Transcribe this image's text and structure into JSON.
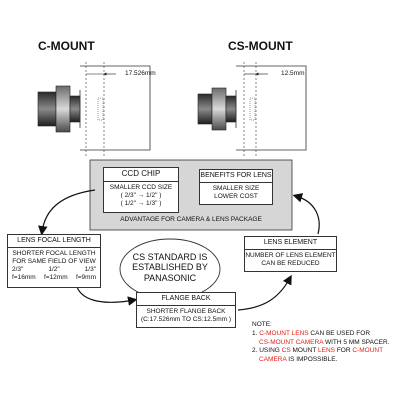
{
  "titles": {
    "c_mount": "C-MOUNT",
    "cs_mount": "CS-MOUNT"
  },
  "dimensions": {
    "c_mount": "17.526mm",
    "cs_mount": "12.5mm"
  },
  "ccd_chip": {
    "header": "CCD CHIP",
    "line1": "SMALLER CCD SIZE",
    "line2": "( 2/3\" → 1/2\" )",
    "line3": "( 1/2\" → 1/3\" )"
  },
  "benefits": {
    "header": "BENEFITS FOR LENS",
    "line1": "SMALLER SIZE",
    "line2": "LOWER COST"
  },
  "advantage": "ADVANTAGE FOR CAMERA & LENS PACKAGE",
  "lens_focal": {
    "header": "LENS FOCAL LENGTH",
    "line1": "SHORTER FOCAL LENGTH",
    "line2": "FOR SAME FIELD OF VIEW",
    "sizes": [
      "2/3\"",
      "1/2\"",
      "1/3\""
    ],
    "focals": [
      "f=16mm",
      "f=12mm",
      "f=9mm"
    ]
  },
  "cs_standard": {
    "line1": "CS STANDARD IS",
    "line2": "ESTABLISHED BY",
    "line3": "PANASONIC"
  },
  "lens_element": {
    "header": "LENS ELEMENT",
    "line1": "NUMBER OF LENS ELEMENT",
    "line2": "CAN BE REDUCED"
  },
  "flange_back": {
    "header": "FLANGE BACK",
    "line1": "SHORTER FLANGE BACK",
    "line2": "(C:17.526mm TO CS:12.5mm )"
  },
  "note": {
    "title": "NOTE:",
    "item1_num": "1.",
    "item1_a": "C-MOUNT",
    "item1_b": "LENS",
    "item1_c": "CAN BE USED FOR",
    "item1_d": "CS-MOUNT",
    "item1_e": "CAMERA",
    "item1_f": "WITH 5 MM SPACER.",
    "item2_num": "2.",
    "item2_a": "USING",
    "item2_b": "CS",
    "item2_c": "MOUNT",
    "item2_d": "LENS",
    "item2_e": "FOR",
    "item2_f": "C-MOUNT",
    "item2_g": "CAMERA",
    "item2_h": "IS IMPOSSIBLE."
  },
  "colors": {
    "accent": "#e0201c",
    "panel": "#d6d6d6",
    "lens_dark": "#3a3a3a",
    "lens_mid": "#9a9a9a"
  }
}
